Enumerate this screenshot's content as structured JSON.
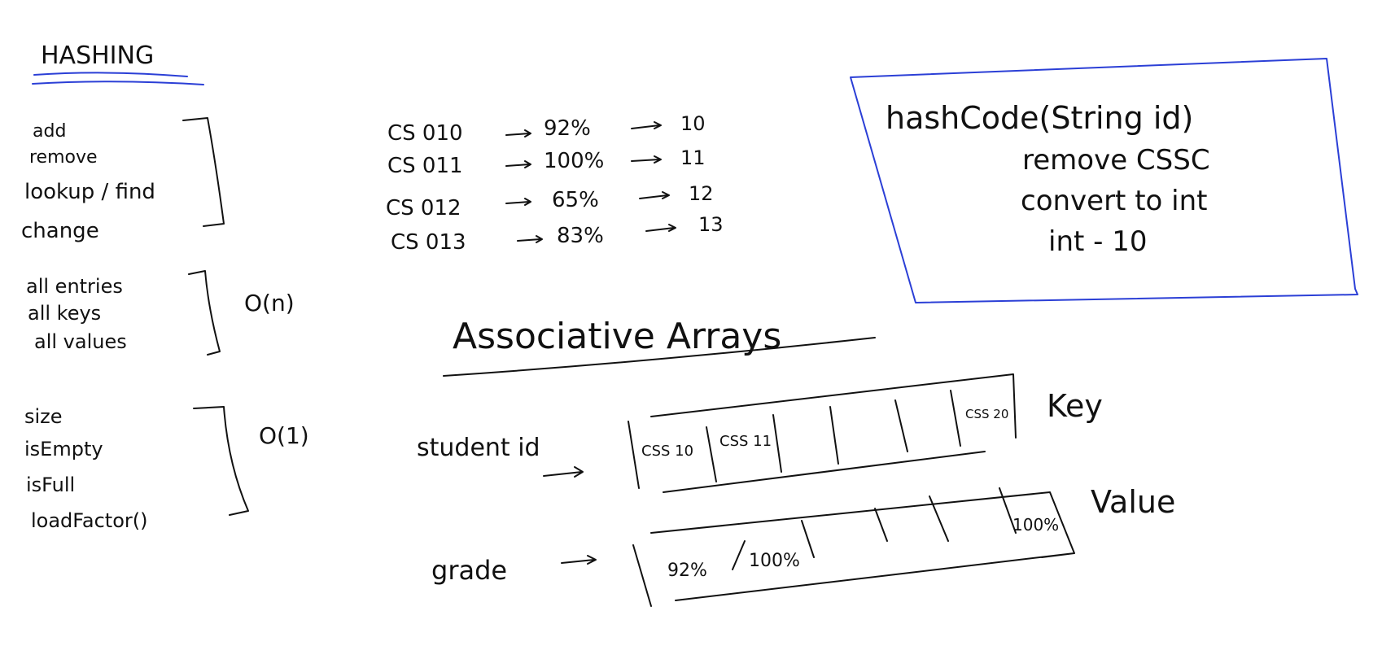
{
  "title": "HASHING",
  "operations": {
    "group1": [
      "add",
      "remove",
      "lookup / find",
      "change"
    ],
    "group2": [
      "all entries",
      "all keys",
      "all values"
    ],
    "group2_complexity": "O(n)",
    "group3": [
      "size",
      "isEmpty",
      "isFull",
      "loadFactor()"
    ],
    "group3_complexity": "O(1)"
  },
  "mapping": [
    {
      "id": "CS 010",
      "grade": "92%",
      "index": "10"
    },
    {
      "id": "CS 011",
      "grade": "100%",
      "index": "11"
    },
    {
      "id": "CS 012",
      "grade": "65%",
      "index": "12"
    },
    {
      "id": "CS 013",
      "grade": "83%",
      "index": "13"
    }
  ],
  "hashbox": {
    "line1": "hashCode(String id)",
    "line2": "remove CSSC",
    "line3": "convert to int",
    "line4": "int - 10"
  },
  "assoc": {
    "title": "Associative Arrays",
    "key_label": "student id",
    "key_array_label": "Key",
    "key_cells": [
      "CSS 10",
      "CSS 11",
      "",
      "",
      "",
      "CSS 20"
    ],
    "value_label": "grade",
    "value_array_label": "Value",
    "value_cells": [
      "92%",
      "100%",
      "",
      "",
      "",
      "100%"
    ]
  },
  "colors": {
    "ink": "#111111",
    "box": "#2b3fd6"
  }
}
